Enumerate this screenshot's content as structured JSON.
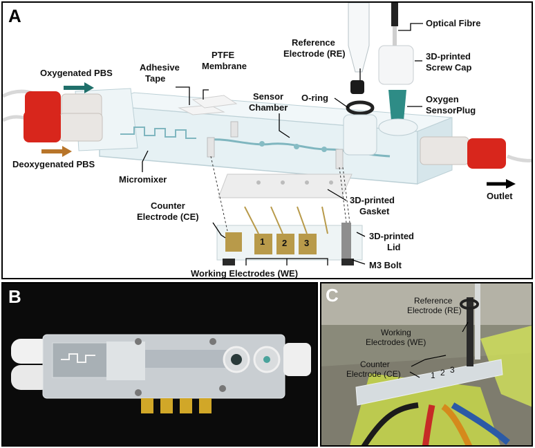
{
  "panels": {
    "a": {
      "letter": "A",
      "labels": {
        "oxygenated": "Oxygenated PBS",
        "deoxygenated": "Deoxygenated PBS",
        "adhesive_tape_1": "Adhesive",
        "adhesive_tape_2": "Tape",
        "ptfe_1": "PTFE",
        "ptfe_2": "Membrane",
        "sensor_chamber_1": "Sensor",
        "sensor_chamber_2": "Chamber",
        "reference_1": "Reference",
        "reference_2": "Electrode (RE)",
        "oring": "O-ring",
        "optical_fibre": "Optical Fibre",
        "screw_cap_1": "3D-printed",
        "screw_cap_2": "Screw Cap",
        "oxygen_plug_1": "Oxygen",
        "oxygen_plug_2": "SensorPlug",
        "micromixer": "Micromixer",
        "outlet": "Outlet",
        "gasket_1": "3D-printed",
        "gasket_2": "Gasket",
        "counter_1": "Counter",
        "counter_2": "Electrode (CE)",
        "lid_1": "3D-printed",
        "lid_2": "Lid",
        "bolt": "M3 Bolt",
        "working": "Working Electrodes (WE)",
        "we1": "1",
        "we2": "2",
        "we3": "3"
      }
    },
    "b": {
      "letter": "B"
    },
    "c": {
      "letter": "C",
      "labels": {
        "reference_1": "Reference",
        "reference_2": "Electrode (RE)",
        "working_1": "Working",
        "working_2": "Electrodes (WE)",
        "counter_1": "Counter",
        "counter_2": "Electrode (CE)",
        "n1": "1",
        "n2": "2",
        "n3": "3"
      }
    }
  },
  "colors": {
    "arrow_oxygenated": "#1f6f6a",
    "arrow_deoxygenated": "#b8752a",
    "cap_red": "#d8261c",
    "sensor_plug": "#2e8c86",
    "electrode_gold": "#b89a4a"
  }
}
